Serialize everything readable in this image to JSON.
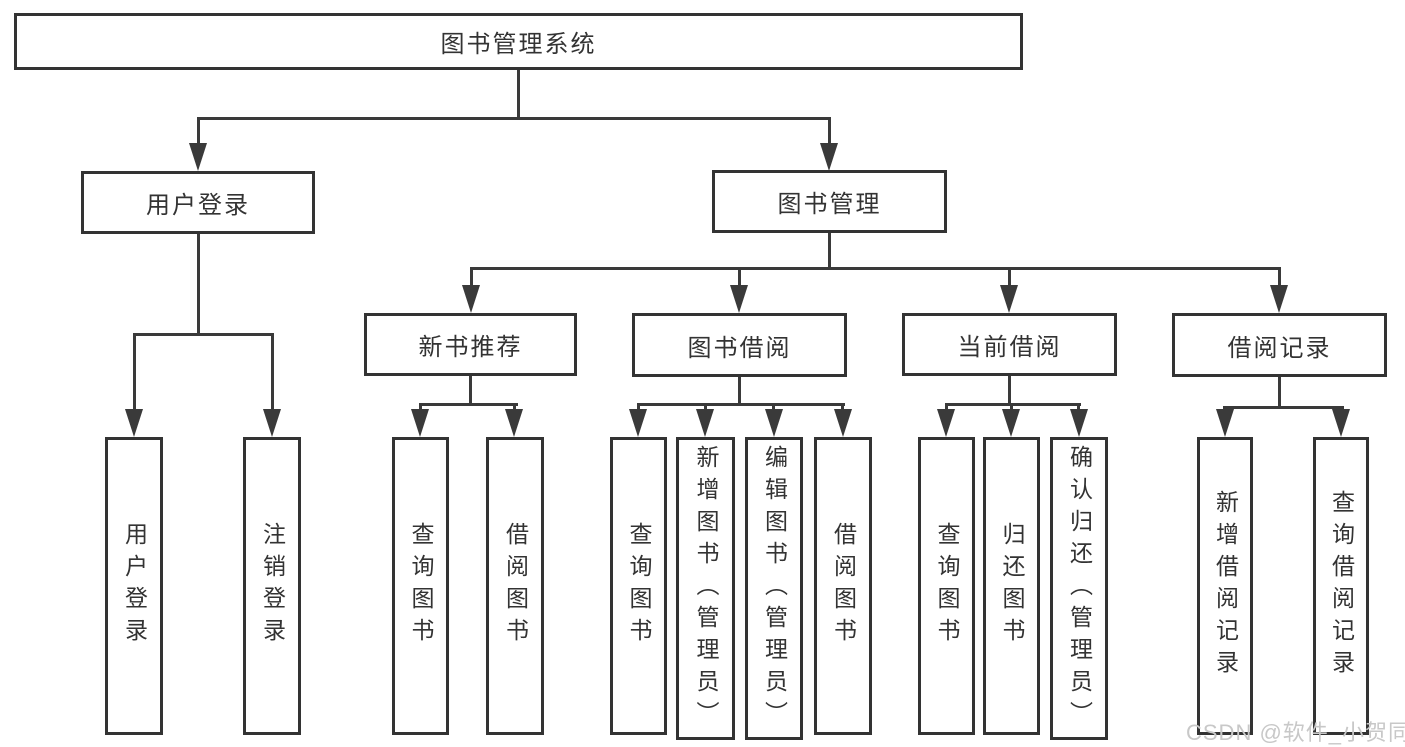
{
  "chart": {
    "root": "图书管理系统",
    "login_branch": {
      "label": "用户登录",
      "children": [
        "用户登录",
        "注销登录"
      ]
    },
    "mgmt_branch": {
      "label": "图书管理",
      "groups": [
        {
          "label": "新书推荐",
          "children": [
            "查询图书",
            "借阅图书"
          ]
        },
        {
          "label": "图书借阅",
          "children": [
            "查询图书",
            "新增图书（管理员）",
            "编辑图书（管理员）",
            "借阅图书"
          ]
        },
        {
          "label": "当前借阅",
          "children": [
            "查询图书",
            "归还图书",
            "确认归还（管理员）"
          ]
        },
        {
          "label": "借阅记录",
          "children": [
            "新增借阅记录",
            "查询借阅记录"
          ]
        }
      ]
    }
  },
  "watermark": "CSDN @软件_小贺同学",
  "colors": {
    "background": "#ffffff",
    "line": "#3a3a3a",
    "box_border": "#333333",
    "text": "#333333",
    "watermark": "#c8c8c8"
  }
}
